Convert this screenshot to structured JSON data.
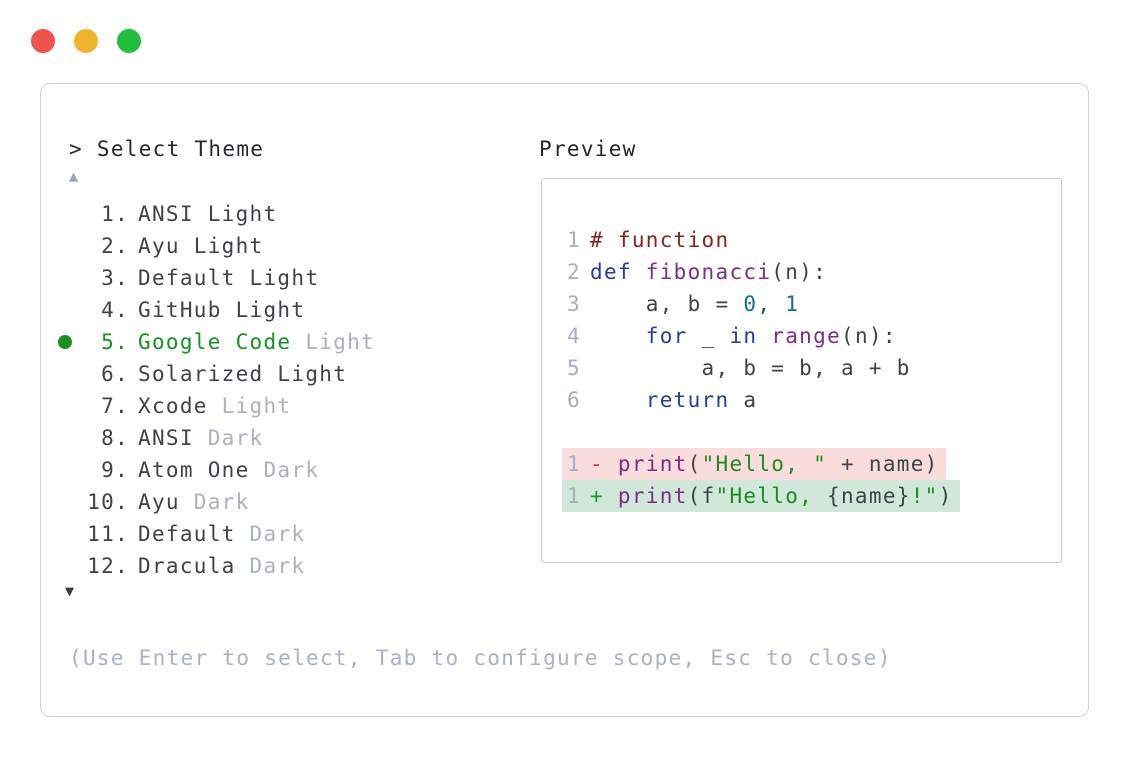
{
  "window": {
    "traffic_lights": [
      {
        "name": "close",
        "color": "#f0524f"
      },
      {
        "name": "minimize",
        "color": "#f2b32c"
      },
      {
        "name": "zoom",
        "color": "#21c03c"
      }
    ]
  },
  "picker": {
    "prompt": "> Select Theme",
    "scroll_up_icon": "▲",
    "scroll_down_icon": "▼",
    "items": [
      {
        "num": "1.",
        "name": "ANSI Light",
        "variant": "",
        "selected": false
      },
      {
        "num": "2.",
        "name": "Ayu Light",
        "variant": "",
        "selected": false
      },
      {
        "num": "3.",
        "name": "Default Light",
        "variant": "",
        "selected": false
      },
      {
        "num": "4.",
        "name": "GitHub Light",
        "variant": "",
        "selected": false
      },
      {
        "num": "5.",
        "name": "Google Code",
        "variant": "Light",
        "selected": true
      },
      {
        "num": "6.",
        "name": "Solarized Light",
        "variant": "",
        "selected": false
      },
      {
        "num": "7.",
        "name": "Xcode",
        "variant": "Light",
        "selected": false
      },
      {
        "num": "8.",
        "name": "ANSI",
        "variant": "Dark",
        "selected": false
      },
      {
        "num": "9.",
        "name": "Atom One",
        "variant": "Dark",
        "selected": false
      },
      {
        "num": "10.",
        "name": "Ayu",
        "variant": "Dark",
        "selected": false
      },
      {
        "num": "11.",
        "name": "Default",
        "variant": "Dark",
        "selected": false
      },
      {
        "num": "12.",
        "name": "Dracula",
        "variant": "Dark",
        "selected": false
      }
    ],
    "footer_hint": "(Use Enter to select, Tab to configure scope, Esc to close)"
  },
  "preview": {
    "label": "Preview",
    "code_lines": [
      {
        "num": "1",
        "tokens": [
          [
            "com",
            "# function"
          ]
        ]
      },
      {
        "num": "2",
        "tokens": [
          [
            "kw",
            "def "
          ],
          [
            "typ",
            "fibonacci"
          ],
          [
            "pln",
            "(n):"
          ]
        ]
      },
      {
        "num": "3",
        "tokens": [
          [
            "pln",
            "    a, b = "
          ],
          [
            "lit",
            "0"
          ],
          [
            "pln",
            ", "
          ],
          [
            "lit",
            "1"
          ]
        ]
      },
      {
        "num": "4",
        "tokens": [
          [
            "kw",
            "    for"
          ],
          [
            "pln",
            " _ "
          ],
          [
            "kw",
            "in"
          ],
          [
            "pln",
            " "
          ],
          [
            "typ",
            "range"
          ],
          [
            "pln",
            "(n):"
          ]
        ]
      },
      {
        "num": "5",
        "tokens": [
          [
            "pln",
            "        a, b = b, a + b"
          ]
        ]
      },
      {
        "num": "6",
        "tokens": [
          [
            "kw",
            "    return"
          ],
          [
            "pln",
            " a"
          ]
        ]
      }
    ],
    "diff_lines": [
      {
        "num": "1",
        "sign": "-",
        "sign_class": "minus",
        "bg": "removed",
        "tokens": [
          [
            "typ",
            "print"
          ],
          [
            "pln",
            "("
          ],
          [
            "str",
            "\"Hello, \""
          ],
          [
            "pln",
            " + name)"
          ]
        ]
      },
      {
        "num": "1",
        "sign": "+",
        "sign_class": "plus",
        "bg": "added",
        "tokens": [
          [
            "typ",
            "print"
          ],
          [
            "pln",
            "(f"
          ],
          [
            "str",
            "\"Hello, "
          ],
          [
            "pln",
            "{name}"
          ],
          [
            "str",
            "!\""
          ],
          [
            "pln",
            ")"
          ]
        ]
      }
    ]
  },
  "colors": {
    "selected_green": "#169122",
    "variant_gray": "#a9b2c2",
    "keyword": "#2b3a9c",
    "type_name": "#7c2d87",
    "comment": "#8c2121",
    "literal": "#11737c",
    "string": "#1e8b1e",
    "diff_removed_bg": "#fadcdc",
    "diff_added_bg": "#cfe8d9",
    "card_border": "#ccd3dc"
  }
}
